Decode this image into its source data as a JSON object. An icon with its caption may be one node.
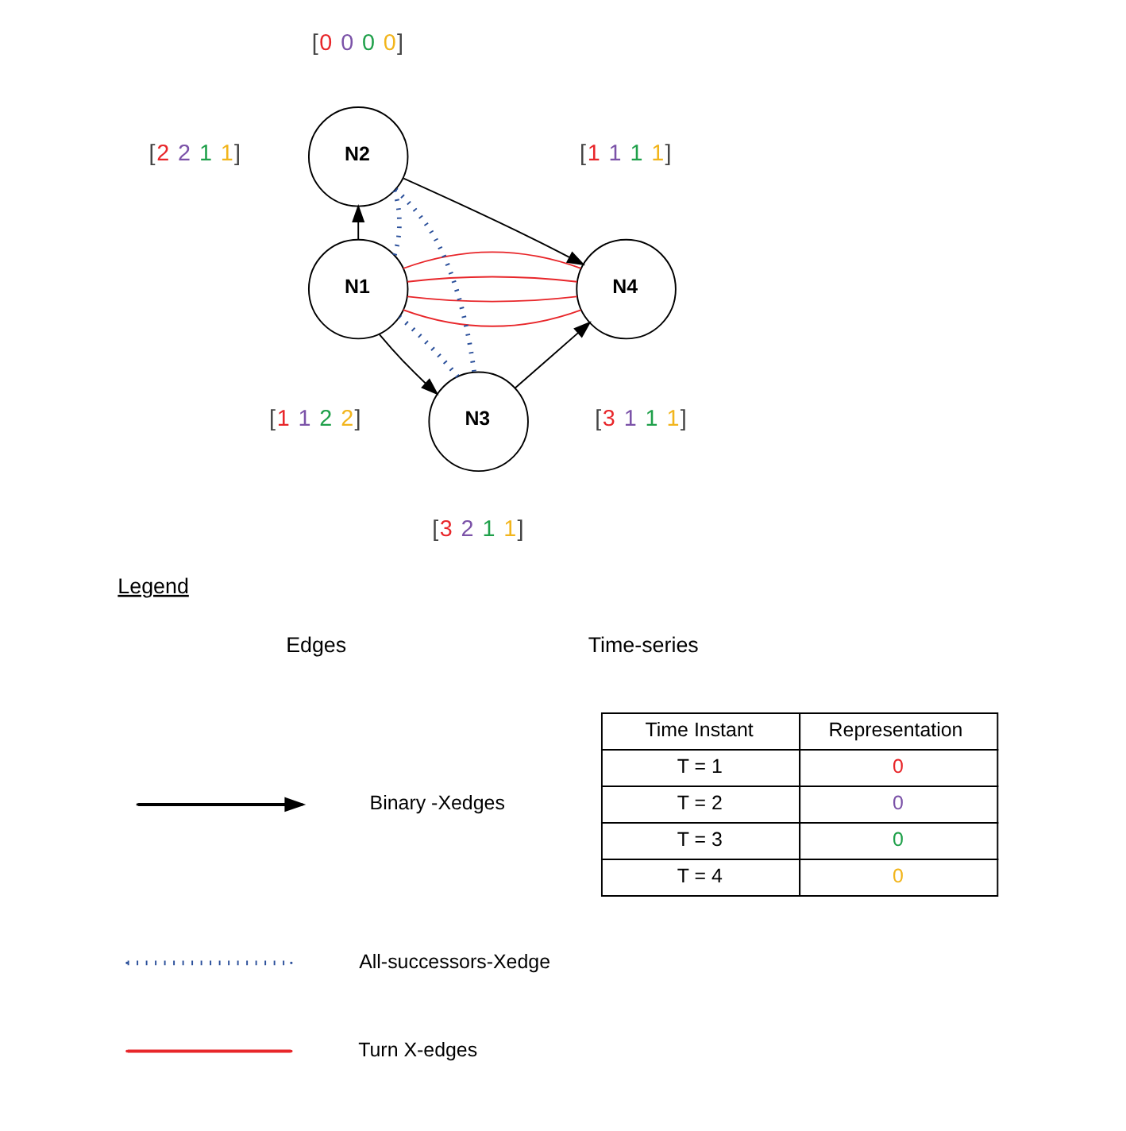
{
  "diagram": {
    "nodes": [
      {
        "text": [
          "N1"
        ]
      },
      {
        "text": [
          "N2"
        ]
      },
      {
        "text": [
          "N3"
        ]
      },
      {
        "text": [
          "N4"
        ]
      }
    ],
    "edges": [
      {
        "from": 0,
        "to": 1,
        "arrow": "to"
      },
      {
        "from": 0,
        "to": 2,
        "arrow": "to"
      },
      {
        "from": 1,
        "to": 3,
        "arrow": "to"
      },
      {
        "from": 2,
        "to": 3,
        "arrow": "to"
      },
      {
        "from": 0,
        "to": 3,
        "arrow": "none",
        "color": "#e8262a"
      },
      {
        "from": 0,
        "to": 3,
        "arrow": "none",
        "color": "#e8262a"
      },
      {
        "from": 0,
        "to": 3,
        "arrow": "none",
        "color": "#e8262a"
      },
      {
        "from": 0,
        "to": 3,
        "arrow": "none",
        "color": "#e8262a"
      },
      {
        "from": 0,
        "to": 1,
        "arrow": "none",
        "style": "dashed",
        "color": "#2a4f9a"
      },
      {
        "from": 1,
        "to": 2,
        "arrow": "none",
        "style": "dashed",
        "color": "#2a4f9a"
      },
      {
        "from": 2,
        "to": 0,
        "arrow": "none",
        "style": "dashed",
        "color": "#2a4f9a"
      }
    ],
    "labels": [
      "[0 0 0 0]",
      "[2 2 1 1]",
      "[1 1 1 1]",
      "[1 1 2 2]",
      "[3 1 1 1]",
      "[3 2 1 1]",
      "Legend",
      "Edges",
      "Time-series",
      "Time Instant",
      "Representation",
      "T = 1",
      "0",
      "T = 2",
      "0",
      "T = 3",
      "0",
      "T = 4",
      "0"
    ],
    "legend": [
      {
        "text": "Binary -Xedges"
      },
      {
        "text": "All-successors-Xedge"
      },
      {
        "text": "Turn X-edges"
      }
    ]
  }
}
